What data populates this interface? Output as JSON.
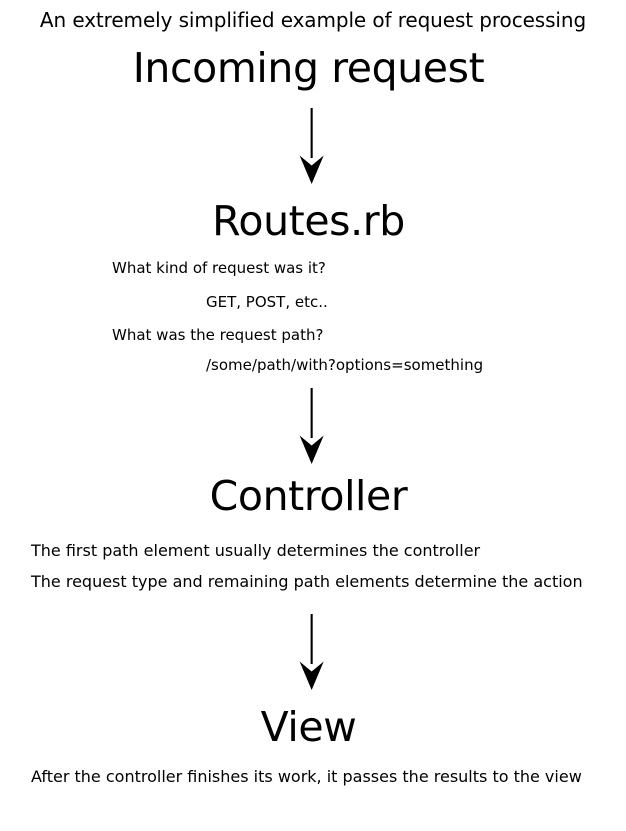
{
  "slide": {
    "title": "An extremely simplified example of request processing",
    "background_color": "#ffffff",
    "text_color": "#000000"
  },
  "stages": [
    {
      "id": "incoming-request",
      "heading": "Incoming request",
      "details": []
    },
    {
      "id": "routes-rb",
      "heading": "Routes.rb",
      "details": [
        {
          "level": 1,
          "text": "What kind of request was it?"
        },
        {
          "level": 2,
          "text": "GET, POST, etc.."
        },
        {
          "level": 1,
          "text": "What was the request path?"
        },
        {
          "level": 2,
          "text": "/some/path/with?options=something"
        }
      ]
    },
    {
      "id": "controller",
      "heading": "Controller",
      "details": [
        {
          "level": 1,
          "text": "The first path element usually determines the controller"
        },
        {
          "level": 1,
          "text": "The request type and remaining path elements determine the action"
        }
      ]
    },
    {
      "id": "view",
      "heading": "View",
      "details": [
        {
          "level": 1,
          "text": "After the controller finishes its work, it passes the results to the view"
        }
      ]
    }
  ],
  "connectors": [
    {
      "id": "arrow-incoming-to-routes",
      "icon": "down-arrow-icon",
      "from": "incoming-request",
      "to": "routes-rb"
    },
    {
      "id": "arrow-routes-to-controller",
      "icon": "down-arrow-icon",
      "from": "routes-rb",
      "to": "controller"
    },
    {
      "id": "arrow-controller-to-view",
      "icon": "down-arrow-icon",
      "from": "controller",
      "to": "view"
    }
  ]
}
